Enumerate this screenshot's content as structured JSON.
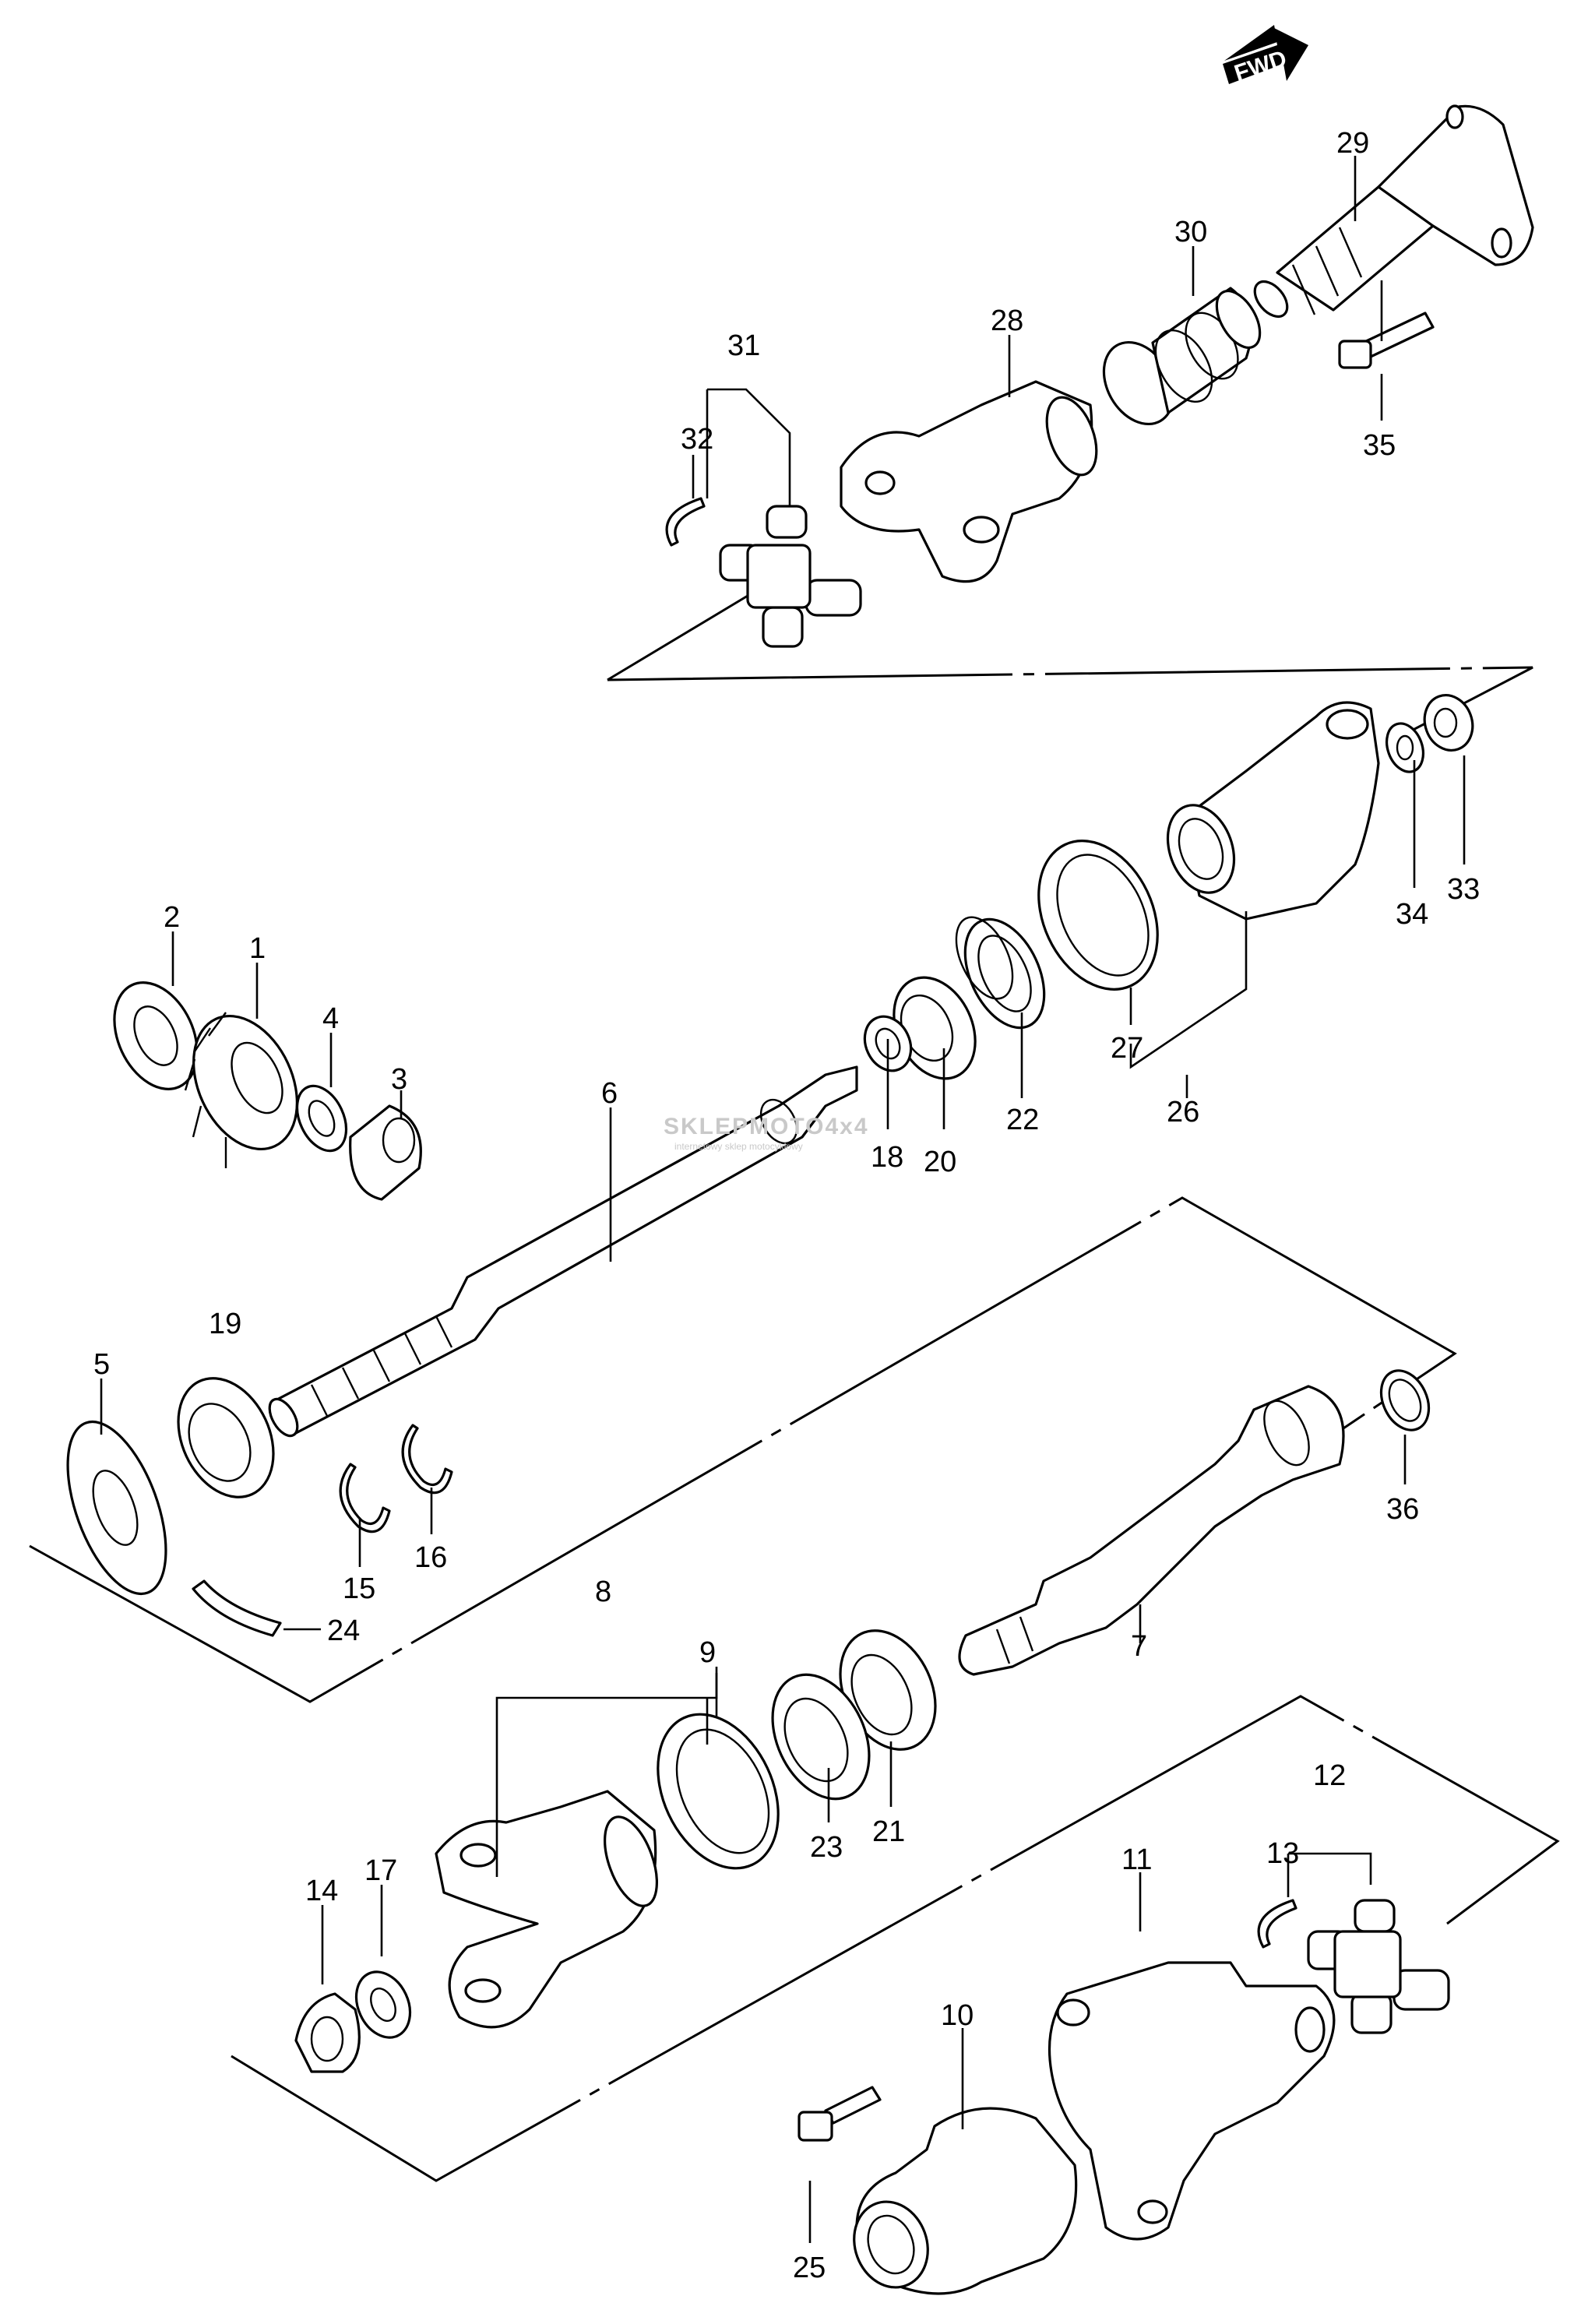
{
  "fwd_label": "FWD",
  "watermark": {
    "brand": "SKLEPMOTO4x4",
    "tagline": "internetowy sklep motocyklowy"
  },
  "part_numbers": [
    "1",
    "2",
    "3",
    "4",
    "5",
    "6",
    "7",
    "8",
    "9",
    "10",
    "11",
    "12",
    "13",
    "14",
    "15",
    "16",
    "17",
    "18",
    "19",
    "20",
    "21",
    "22",
    "23",
    "24",
    "25",
    "26",
    "27",
    "28",
    "29",
    "30",
    "31",
    "32",
    "33",
    "34",
    "35",
    "36"
  ]
}
